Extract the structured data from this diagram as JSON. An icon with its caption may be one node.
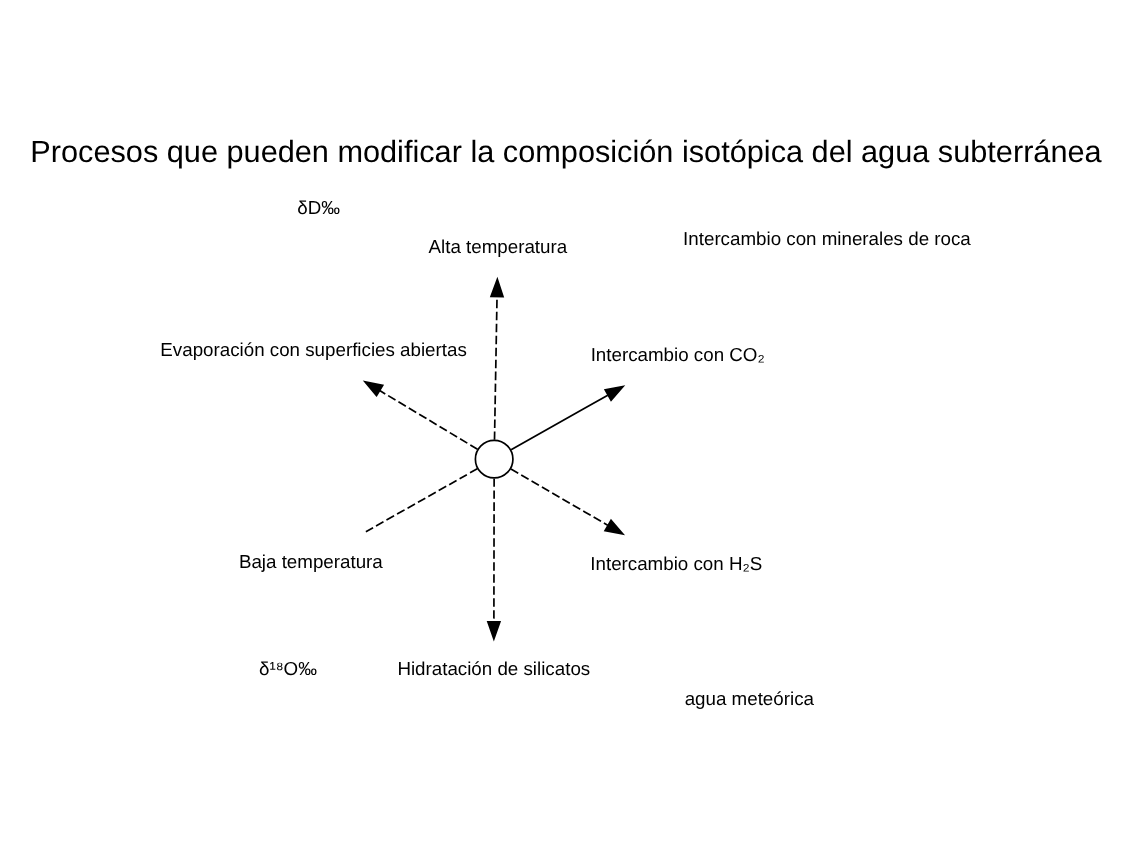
{
  "diagram": {
    "title": "Procesos que pueden modificar la composición isotópica del agua subterránea",
    "nodes": [
      {
        "text": [],
        "shape": "circle"
      },
      {
        "text": [
          "Intercambio con H₂S"
        ]
      },
      {
        "text": [
          "Hidratación de silicatos"
        ]
      },
      {
        "text": [
          "Evaporación con superficies abiertas"
        ]
      },
      {
        "text": [
          "Intercambio con CO₂"
        ]
      },
      {
        "text": [
          "Alta temperatura"
        ]
      },
      {
        "text": [
          "Baja temperatura"
        ]
      }
    ],
    "edges": [
      {
        "from": 0,
        "to": 1,
        "arrow": "to",
        "style": "dashed"
      },
      {
        "from": 0,
        "to": 2,
        "arrow": "to",
        "style": "dashed"
      },
      {
        "from": 0,
        "to": 3,
        "arrow": "to",
        "style": "dashed"
      },
      {
        "from": 0,
        "to": 4,
        "arrow": "to"
      },
      {
        "from": 0,
        "to": 5,
        "arrow": "to",
        "style": "dashed"
      },
      {
        "from": 0,
        "to": 6,
        "arrow": "none",
        "style": "dashed"
      }
    ],
    "labels": [
      "δD‰",
      "agua meteórica",
      "Intercambio con minerales de roca",
      "δ¹⁸O‰"
    ]
  }
}
